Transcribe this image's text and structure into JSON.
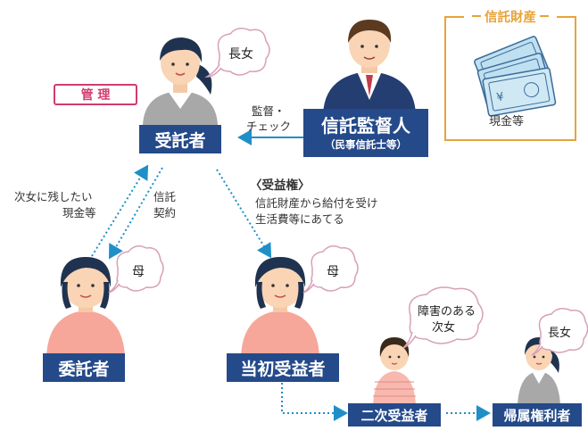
{
  "trust_property": {
    "title": "信託財産",
    "item": "現金等"
  },
  "badges": {
    "management": "管 理"
  },
  "roles": {
    "trustee": "受託者",
    "trust_supervisor": "信託監督人",
    "trust_supervisor_note": "（民事信託士等）",
    "settlor": "委託者",
    "initial_beneficiary": "当初受益者",
    "secondary_beneficiary": "二次受益者",
    "residual_right_holder": "帰属権利者"
  },
  "bubbles": {
    "trustee": "長女",
    "settlor": "母",
    "initial_beneficiary": "母",
    "secondary_beneficiary_line1": "障害のある",
    "secondary_beneficiary_line2": "次女",
    "residual_right_holder": "長女"
  },
  "annotations": {
    "supervision_line1": "監督・",
    "supervision_line2": "チェック",
    "cash_for_daughter_line1": "次女に残したい",
    "cash_for_daughter_line2": "現金等",
    "trust_contract_line1": "信託",
    "trust_contract_line2": "契約",
    "beneficial_right_title": "〈受益権〉",
    "beneficial_right_line1": "信託財産から給付を受け",
    "beneficial_right_line2": "生活費等にあてる"
  },
  "colors": {
    "navy": "#244a8a",
    "gold": "#e8a33a",
    "pink": "#d23c6e",
    "arrow_blue": "#1f8fc8"
  }
}
